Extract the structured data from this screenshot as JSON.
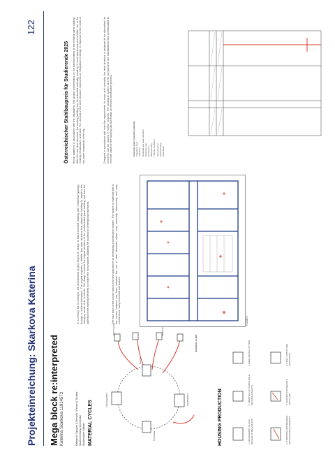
{
  "header": {
    "title": "Projekteinreichung: Skarkova Katerina",
    "page_number": "122"
  },
  "project": {
    "title": "Mega block re:interpreted",
    "author": "Katerina Skarkova  11814573",
    "categories": [
      "Kategorie: Upcycle & Recycle / Reuse & Struktur",
      "Studienrichtung: Architektur",
      "Studienstufe: Master"
    ]
  },
  "sections": {
    "material_cycles": "MATERIAL CYCLES",
    "housing_production": "HOUSING PRODUCTION"
  },
  "prize": "Österreichischer Stahlbaupreis für Studierende 2025",
  "texts": {
    "intro_p1": "In a century full of changes, the architectural project begins to design a future-oriented building with residential typology through a resilient framework. The project explores a flexible floor plan structure that allows the building to adapt to the changing needs of its residents. The design respects the original structure of the prefabricated panel building and uses the potential of the existing elements to create new living spaces, adapting the building to contemporary standards.",
    "intro_p2": "The main topic of the course was to find new approaches to developing a construction system. The system of materials with a low carbon footprint has been selected, the use of steel structures allows easy assembly, disassembly and easy maintenance, using reversible connections.",
    "prize_p1": "Being registered in accordance with the regulations, this project concentrates on the transformation of the existing panel building. With the new steel structure, the existing building can be extended vertically, resulting in more apartments and a better use of the existing infrastructure and land. The concept of the steel structure represents an integration of design in response to the needs of the future inhabitants of the city.",
    "prize_p2": "Designed in accordance with both the requirements for reuse and circularity, the steel structure is designed to be dismantled, its elements can be reused in further projects. The structural system and its components are standardized and prefabricated to minimize waste on the building site and enable an efficient construction process."
  },
  "figure_caption": "FLOOR 1",
  "material_cycle_labels": [
    "DISASSEMBLY",
    "REUSE",
    "TRANSPORT",
    "STORAGE",
    "RECYCLING",
    "PRODUCTION"
  ],
  "material_legend_title": "MATERIAL FLOW",
  "housing_steps": [
    "1. DISASSEMBLY PLAN & REVIEW OF MEGA BLOCK",
    "2. REMOVAL OF FURNITURE & MOVABLE OBJECTS",
    "3. MEGA BLOCK CUTTING",
    "4. STRIPPING NON-BEARING NON-REUSABLE ELEMENTS",
    "5. SORTING FOR REUSE & UPCYCLING",
    "6. STEEL STRUCTURE ADAPTATION"
  ],
  "detail_legend_title": "Extensive green roof with substrate",
  "detail_legend_items": [
    "Vegetation layer",
    "Substrate",
    "Drainage and water retention",
    "Protective mat",
    "Root barrier",
    "Waterproofing",
    "Thermal insulation",
    "Vapour barrier",
    "Existing ceiling",
    "Steel beam"
  ],
  "colors": {
    "header": "#1f2f73",
    "accent_red": "#d43b2e",
    "plan_blue": "#1e3d8a"
  }
}
